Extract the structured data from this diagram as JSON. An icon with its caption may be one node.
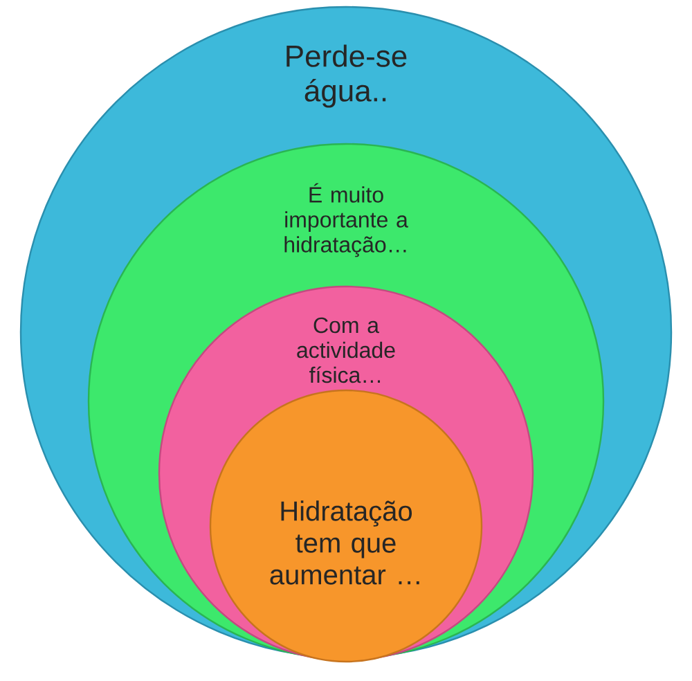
{
  "diagram": {
    "nodes": [
      {
        "text": [
          "Perde-se água.."
        ]
      },
      {
        "text": [
          "É muito importante a hidratação…"
        ],
        "in": 0
      },
      {
        "text": [
          "Com a actividade física…"
        ],
        "in": 1
      },
      {
        "text": [
          "Hidratação tem que aumentar …"
        ],
        "in": 2
      }
    ]
  }
}
